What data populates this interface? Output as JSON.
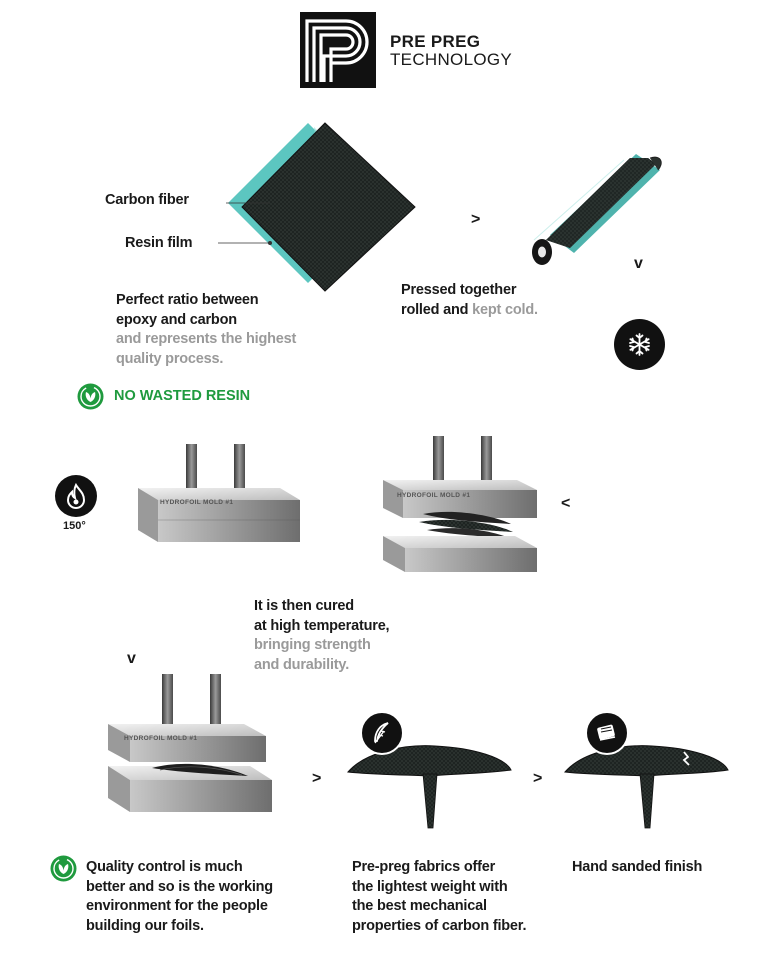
{
  "header": {
    "title_line1": "PRE PREG",
    "title_line2": "TECHNOLOGY"
  },
  "step1": {
    "label_carbon": "Carbon fiber",
    "label_resin": "Resin film",
    "text_bold": [
      "Perfect ratio between",
      "epoxy and carbon"
    ],
    "text_grey": [
      "and represents the highest",
      "quality process."
    ]
  },
  "badge1": {
    "text": "NO WASTED RESIN"
  },
  "step2": {
    "line1": "Pressed together",
    "line2_bold": "rolled and ",
    "line2_grey": "kept cold."
  },
  "arrows": {
    "right": ">",
    "down": "v",
    "left": "<"
  },
  "heat": {
    "temp": "150°"
  },
  "molds": {
    "label": "HYDROFOIL MOLD #1"
  },
  "cure": {
    "bold": [
      "It is then cured",
      "at high temperature,"
    ],
    "grey": [
      "bringing strength",
      "and durability."
    ]
  },
  "bottom": {
    "quality": [
      "Quality control is much",
      "better and so is the working",
      "environment for the people",
      "building our foils."
    ],
    "prepreg": [
      "Pre-preg fabrics offer",
      "the lightest weight with",
      "the best mechanical",
      "properties of carbon fiber."
    ],
    "sanded": "Hand sanded finish"
  },
  "colors": {
    "teal": "#5cc6c0",
    "green": "#1f9a3e",
    "dark": "#1b1b1b",
    "grey_text": "#9a9a9a"
  }
}
